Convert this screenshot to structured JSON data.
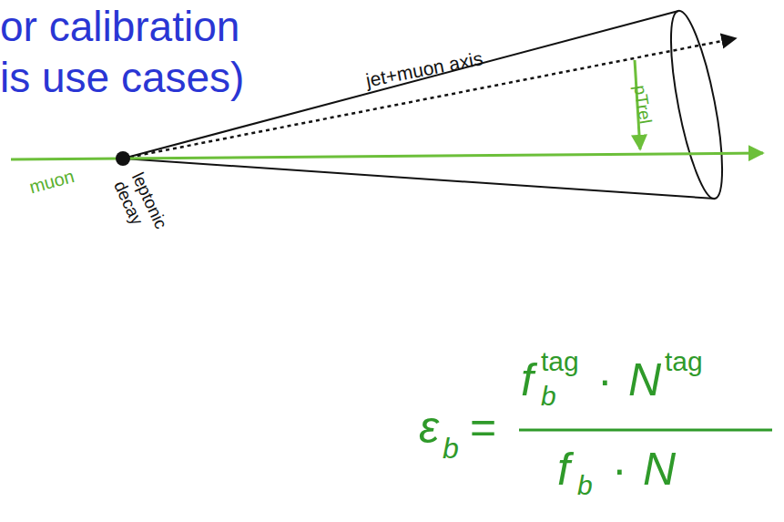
{
  "diagram": {
    "labels": [
      "or calibration",
      "is use cases)",
      "jet+muon axis",
      "pTrel",
      "muon",
      "leptonic decay",
      "ε",
      "b",
      "=",
      "f",
      "tag",
      "b",
      "·",
      "N",
      "tag",
      "f",
      "b",
      "·",
      "N"
    ]
  }
}
